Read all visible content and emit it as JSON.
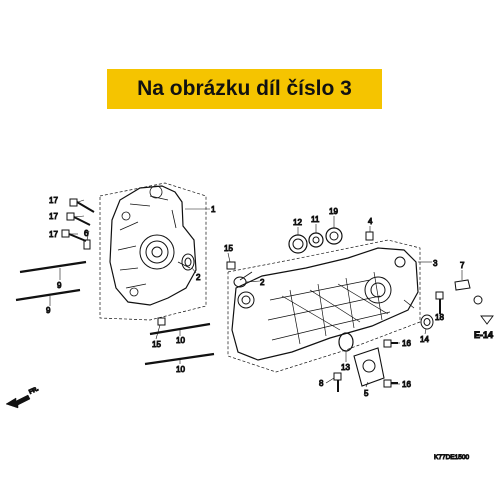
{
  "banner": {
    "text": "Na obrázku díl číslo 3",
    "color": "#f5c400"
  },
  "diagram": {
    "callouts": [
      "1",
      "2",
      "3",
      "4",
      "5",
      "6",
      "7",
      "8",
      "9",
      "10",
      "11",
      "12",
      "13",
      "14",
      "15",
      "16",
      "17",
      "18",
      "19"
    ],
    "labels": {
      "l1": "1",
      "l2a": "2",
      "l2b": "2",
      "l3": "3",
      "l4": "4",
      "l5": "5",
      "l6": "6",
      "l7": "7",
      "l8": "8",
      "l9a": "9",
      "l9b": "9",
      "l10a": "10",
      "l10b": "10",
      "l11": "11",
      "l12": "12",
      "l13": "13",
      "l14": "14",
      "l15a": "15",
      "l15b": "15",
      "l16a": "16",
      "l16b": "16",
      "l17a": "17",
      "l17b": "17",
      "l17c": "17",
      "l18": "18",
      "l19": "19"
    },
    "reference": "E-14",
    "direction": "FR.",
    "figure_code": "K77DE1500"
  }
}
